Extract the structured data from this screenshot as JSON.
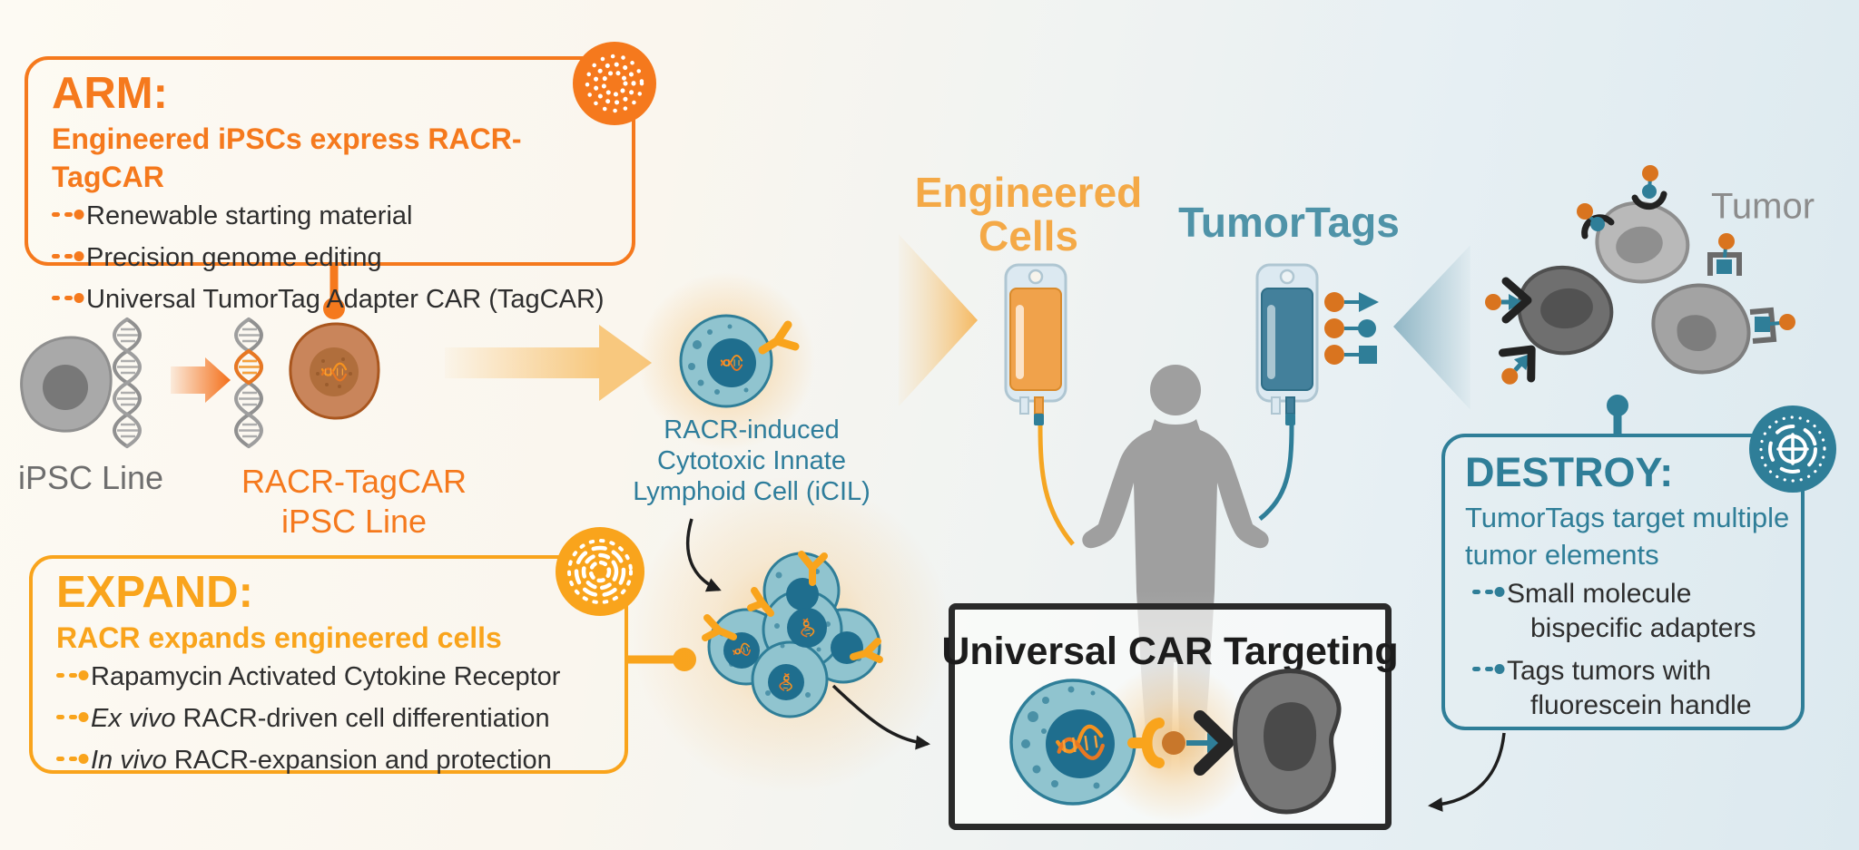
{
  "diagram_title": "iPSC-derived RACR-TagCAR universal CAR cell therapy workflow",
  "arm_box": {
    "title": "ARM:",
    "subtitle": "Engineered iPSCs express RACR-TagCAR",
    "bullets": [
      "Renewable starting material",
      "Precision genome editing",
      "Universal TumorTag Adapter CAR (TagCAR)"
    ],
    "accent_color": "#F5791D",
    "icon": "dot-burst-icon"
  },
  "expand_box": {
    "title": "EXPAND:",
    "subtitle": "RACR expands engineered cells",
    "bullets": [
      {
        "em": "",
        "rest": "Rapamycin Activated Cytokine Receptor"
      },
      {
        "em": "Ex vivo",
        "rest": " RACR-driven cell differentiation"
      },
      {
        "em": "In vivo",
        "rest": " RACR-expansion and protection"
      }
    ],
    "accent_color": "#F9A41C",
    "icon": "concentric-rings-icon"
  },
  "destroy_box": {
    "title": "DESTROY:",
    "subtitle_line1": "TumorTags target multiple",
    "subtitle_line2": "tumor elements",
    "bullets": [
      {
        "line1": "Small molecule",
        "line2": "bispecific adapters"
      },
      {
        "line1": "Tags tumors with",
        "line2": "fluorescein handle"
      }
    ],
    "accent_color": "#2F7E98",
    "icon": "target-crosshair-icon"
  },
  "labels": {
    "ipsc_line": "iPSC Line",
    "racr_line1": "RACR-TagCAR",
    "racr_line2": "iPSC Line",
    "icil_line1": "RACR-induced",
    "icil_line2": "Cytotoxic Innate",
    "icil_line3": "Lymphoid Cell (iCIL)",
    "engineered_line1": "Engineered",
    "engineered_line2": "Cells",
    "tumortags": "TumorTags",
    "tumor": "Tumor",
    "universal_title": "Universal CAR Targeting"
  },
  "colors": {
    "arm_orange": "#F5791D",
    "expand_yellow": "#F9A41C",
    "teal": "#2F7E98",
    "teal_text": "#2E7D9B",
    "engineered_gold": "#F4A947",
    "body_text": "#2E2E2E",
    "tumor_gray": "#8C8C8C",
    "black_outline": "#2A2A2A"
  }
}
